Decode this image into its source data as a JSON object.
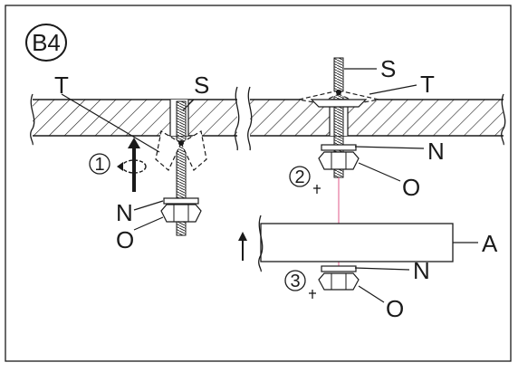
{
  "badge": "B4",
  "labels": {
    "toggle_bolt_left": "T",
    "toggle_bolt_right": "T",
    "screw_left": "S",
    "screw_right": "S",
    "washer_left": "N",
    "washer_mid": "N",
    "washer_bottom": "N",
    "nut_left": "O",
    "nut_mid": "O",
    "nut_bottom": "O",
    "panel": "A"
  },
  "steps": {
    "one": "1",
    "two": "2",
    "three": "3"
  },
  "colors": {
    "line": "#1a1a1a",
    "guide": "#e05a8a",
    "background": "#ffffff"
  }
}
